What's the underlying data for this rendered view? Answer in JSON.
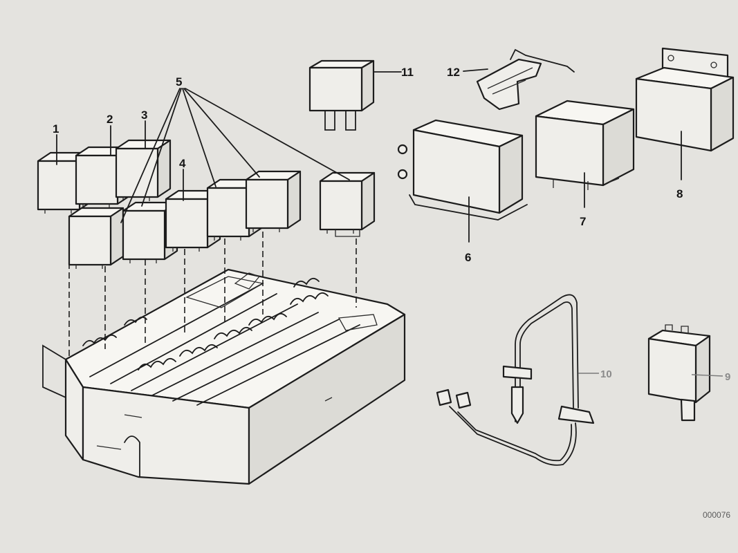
{
  "diagram": {
    "callouts": {
      "c1": "1",
      "c2": "2",
      "c3": "3",
      "c4": "4",
      "c5": "5",
      "c6": "6",
      "c7": "7",
      "c8": "8",
      "c9": "9",
      "c10": "10",
      "c11": "11",
      "c12": "12"
    },
    "reference_code": "000076"
  }
}
